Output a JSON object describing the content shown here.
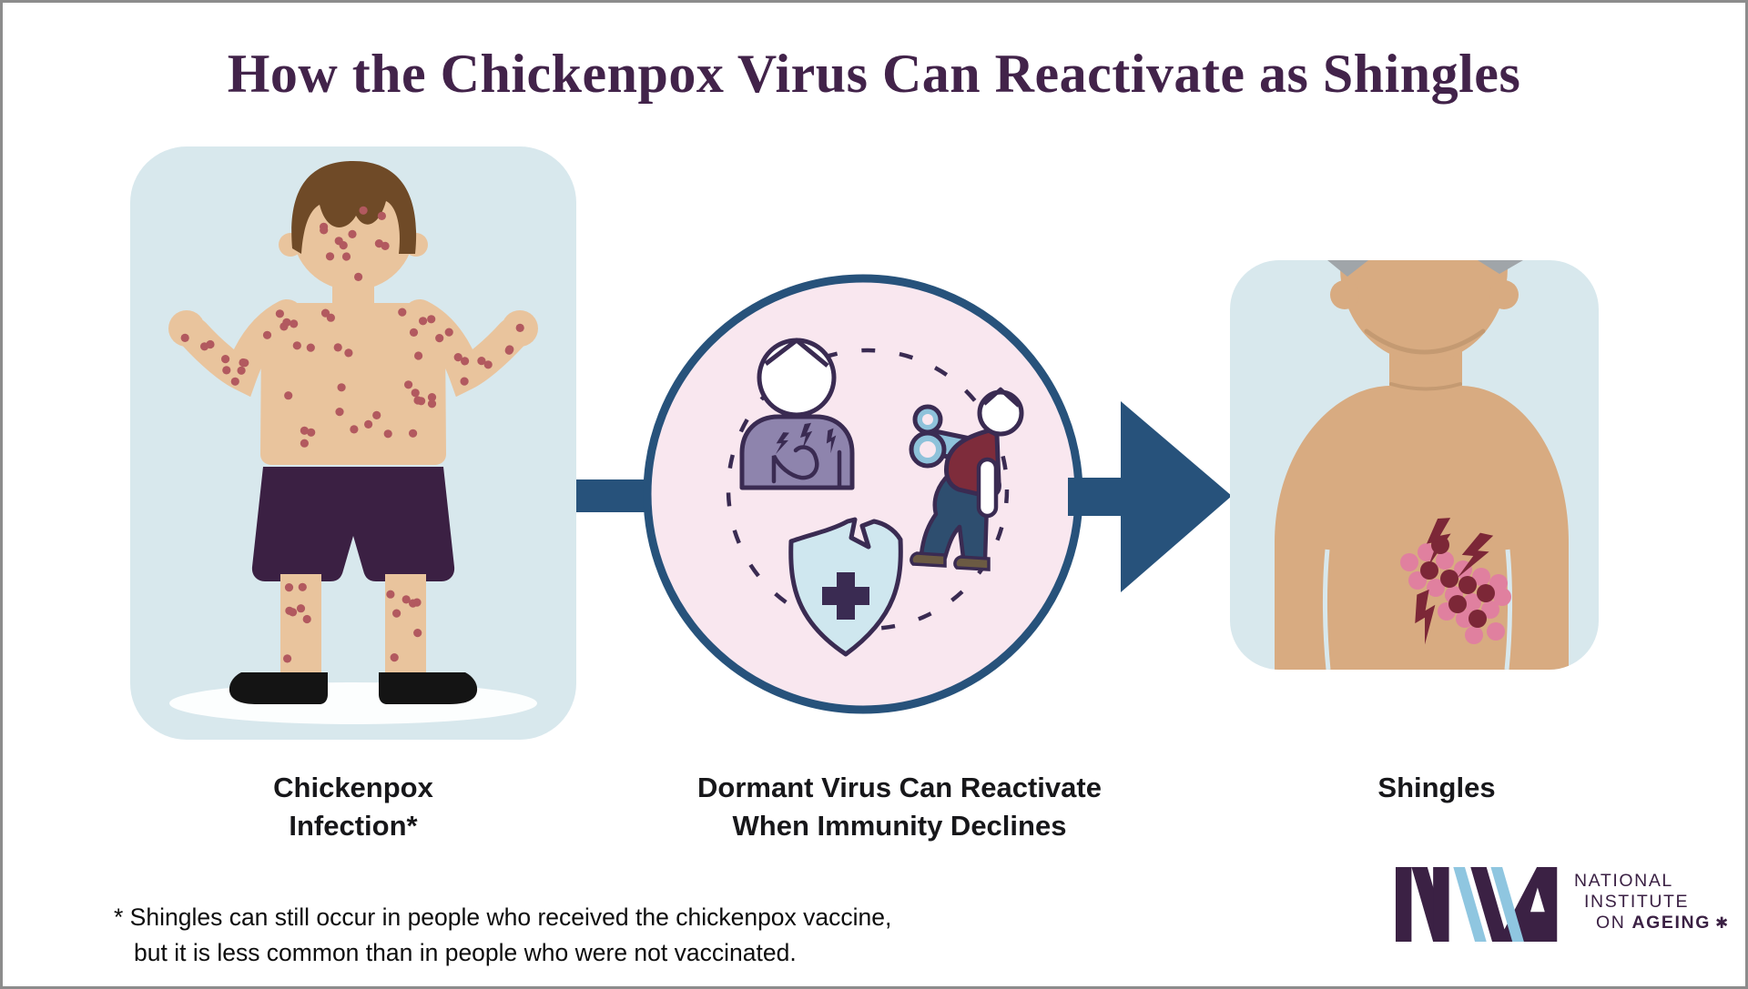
{
  "title": "How the Chickenpox Virus Can Reactivate as Shingles",
  "labels": {
    "left_line1": "Chickenpox",
    "left_line2": "Infection*",
    "middle_line1": "Dormant Virus Can Reactivate",
    "middle_line2": "When Immunity Declines",
    "right": "Shingles"
  },
  "footnote": {
    "line1": "* Shingles can still occur in people who received the chickenpox vaccine,",
    "line2": "but it is less common than in people who were not vaccinated."
  },
  "logo": {
    "letters": "NIA",
    "line1": "NATIONAL",
    "line2": "INSTITUTE",
    "line3_prefix": "ON",
    "line3_bold": "AGEING",
    "leaf_glyph": "✱"
  },
  "illustrations": {
    "left_panel": "child-with-chickenpox-spots",
    "middle_circle": [
      "chest-pain-person-icon",
      "wind-up-key-person-icon",
      "broken-immunity-shield-icon"
    ],
    "right_panel": "older-adult-with-shingles-rash-on-back"
  },
  "colors": {
    "title_purple": "#42234a",
    "panel_blue": "#d8e8ed",
    "circle_pink": "#f9e7ef",
    "navy_arrow": "#27527b",
    "outline_purple": "#3a2b52",
    "skin_child": "#e9c49d",
    "skin_older": "#d8ab81",
    "chickenpox_spot": "#b2595f",
    "rash_pink": "#e0809f",
    "rash_dark_red": "#7c2737",
    "shirt_red": "#7e2c3b",
    "sweater_purple": "#8e84ad",
    "shield_blue": "#cfe7ef",
    "key_blue": "#8ec2da",
    "hair_brown": "#6f4a27",
    "shorts_purple": "#3b2043",
    "gray_hair": "#a0a5a9",
    "logo_purple": "#3b2144",
    "logo_blue": "#8fc6e0"
  }
}
